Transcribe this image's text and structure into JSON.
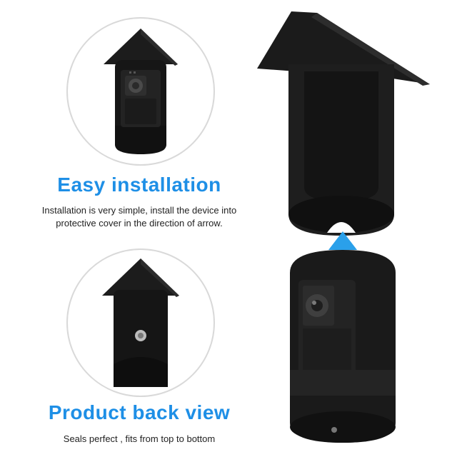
{
  "sections": [
    {
      "heading": "Easy installation",
      "description_line1": "Installation is very simple, install the device into",
      "description_line2": "protective cover in the direction of arrow."
    },
    {
      "heading": "Product back view",
      "description_line1": "Seals  perfect ,  fits from top to bottom"
    }
  ],
  "colors": {
    "heading": "#1e8fe6",
    "arrow": "#2aa0ea",
    "product": "#1a1a1a"
  },
  "icons": [
    "up-arrow-icon"
  ]
}
